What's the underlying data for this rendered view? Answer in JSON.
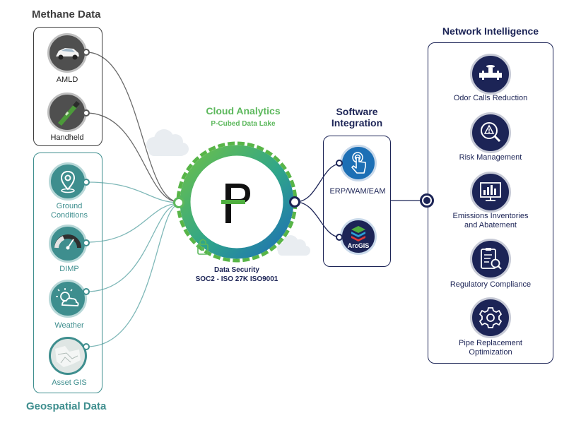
{
  "methane": {
    "title": "Methane Data",
    "items": [
      {
        "label": "AMLD",
        "icon": "car-icon"
      },
      {
        "label": "Handheld",
        "icon": "handheld-detector-icon"
      }
    ]
  },
  "geospatial": {
    "title": "Geospatial Data",
    "items": [
      {
        "label": "Ground\nConditions",
        "icon": "location-pin-icon"
      },
      {
        "label": "DIMP",
        "icon": "gauge-icon"
      },
      {
        "label": "Weather",
        "icon": "weather-sun-cloud-icon"
      },
      {
        "label": "Asset GIS",
        "icon": "map-icon"
      }
    ]
  },
  "cloud": {
    "title": "Cloud Analytics",
    "subtitle": "P-Cubed Data Lake",
    "security_line1": "Data Security",
    "security_line2": "SOC2 - ISO 27K ISO9001",
    "logo_icon": "p-cubed-logo-icon",
    "lock_icon": "lock-icon"
  },
  "software": {
    "title": "Software\nIntegration",
    "items": [
      {
        "label": "ERP/WAM/EAM",
        "icon": "touch-hand-icon"
      },
      {
        "label": "ArcGIS",
        "icon": "arcgis-logo-icon"
      }
    ]
  },
  "network": {
    "title": "Network Intelligence",
    "items": [
      {
        "label": "Odor Calls Reduction",
        "icon": "pipe-icon"
      },
      {
        "label": "Risk Management",
        "icon": "risk-warning-icon"
      },
      {
        "label": "Emissions Inventories\nand Abatement",
        "icon": "chart-monitor-icon"
      },
      {
        "label": "Regulatory Compliance",
        "icon": "clipboard-search-icon"
      },
      {
        "label": "Pipe Replacement\nOptimization",
        "icon": "gear-icon"
      }
    ]
  },
  "colors": {
    "navy": "#1c2456",
    "dark": "#3d3d3d",
    "teal": "#3e8e8e",
    "green": "#5cb85c",
    "blue": "#2980b9"
  }
}
